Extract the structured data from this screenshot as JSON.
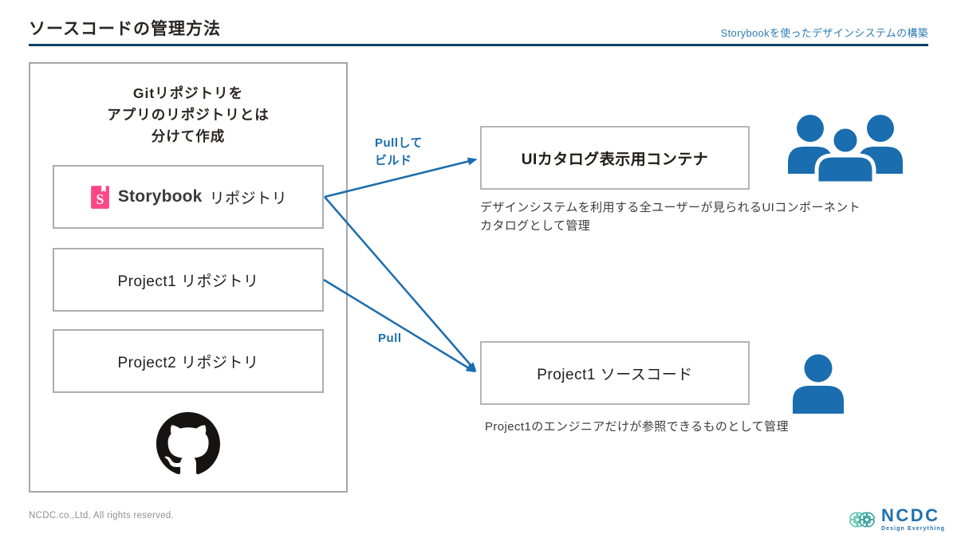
{
  "header": {
    "title": "ソースコードの管理方法",
    "subtitle": "Storybookを使ったデザインシステムの構築"
  },
  "left_panel": {
    "note_lines": [
      "Gitリポジトリを",
      "アプリのリポジトリとは",
      "分けて作成"
    ],
    "storybook_repo": {
      "logo_letter": "S",
      "brand": "Storybook",
      "label": "リポジトリ"
    },
    "project1_repo": {
      "label": "Project1 リポジトリ"
    },
    "project2_repo": {
      "label": "Project2 リポジトリ"
    }
  },
  "arrows": {
    "pull_build_lines": [
      "Pullして",
      "ビルド"
    ],
    "pull_label": "Pull"
  },
  "right_panel": {
    "ui_catalog": {
      "title": "UIカタログ表示用コンテナ",
      "description_lines": [
        "デザインシステムを利用する全ユーザーが見られるUIコンポーネント",
        "カタログとして管理"
      ]
    },
    "project1_source": {
      "title": "Project1 ソースコード",
      "description_lines": [
        "Project1のエンジニアだけが参照できるものとして管理"
      ]
    }
  },
  "footer": {
    "copyright": "NCDC.co.,Ltd, All rights reserved.",
    "brand": "NCDC",
    "tagline": "Design Everything"
  },
  "icons": {
    "storybook": "storybook-book-logo",
    "github": "github-octocat-logo",
    "users_group": "three-users-group",
    "single_user": "single-user"
  },
  "colors": {
    "accent_blue": "#1A6DAE",
    "title_rule_navy": "#0D4066",
    "subtitle_blue": "#2E7CB4",
    "storybook_pink": "#FF4785",
    "github_black": "#171312",
    "box_border_gray": "#ABABAB",
    "ncdc_blue": "#1E70B0",
    "ncdc_teal": "#52BFAE",
    "text_dark": "#2B2522",
    "description_gray": "#3C3C3C"
  }
}
